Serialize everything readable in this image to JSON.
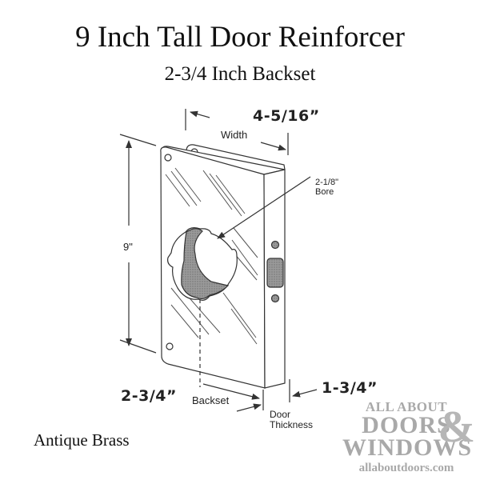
{
  "header": {
    "title": "9 Inch Tall Door Reinforcer",
    "subtitle": "2-3/4 Inch Backset"
  },
  "diagram": {
    "width_label": "Width",
    "width_value": "4-5/16”",
    "height_value": "9\"",
    "bore_label_line1": "2-1/8\"",
    "bore_label_line2": "Bore",
    "backset_value": "2-3/4”",
    "backset_label": "Backset",
    "thickness_value": "1-3/4”",
    "thickness_label_line1": "Door",
    "thickness_label_line2": "Thickness",
    "line_color": "#333333",
    "shade_color": "#8a8a8a"
  },
  "product": {
    "finish": "Antique Brass"
  },
  "logo": {
    "line1": "ALL ABOUT",
    "line2": "DOORS",
    "ampersand": "&",
    "line3": "WINDOWS",
    "url": "allaboutdoors.com",
    "color": "#a9a9a9"
  }
}
